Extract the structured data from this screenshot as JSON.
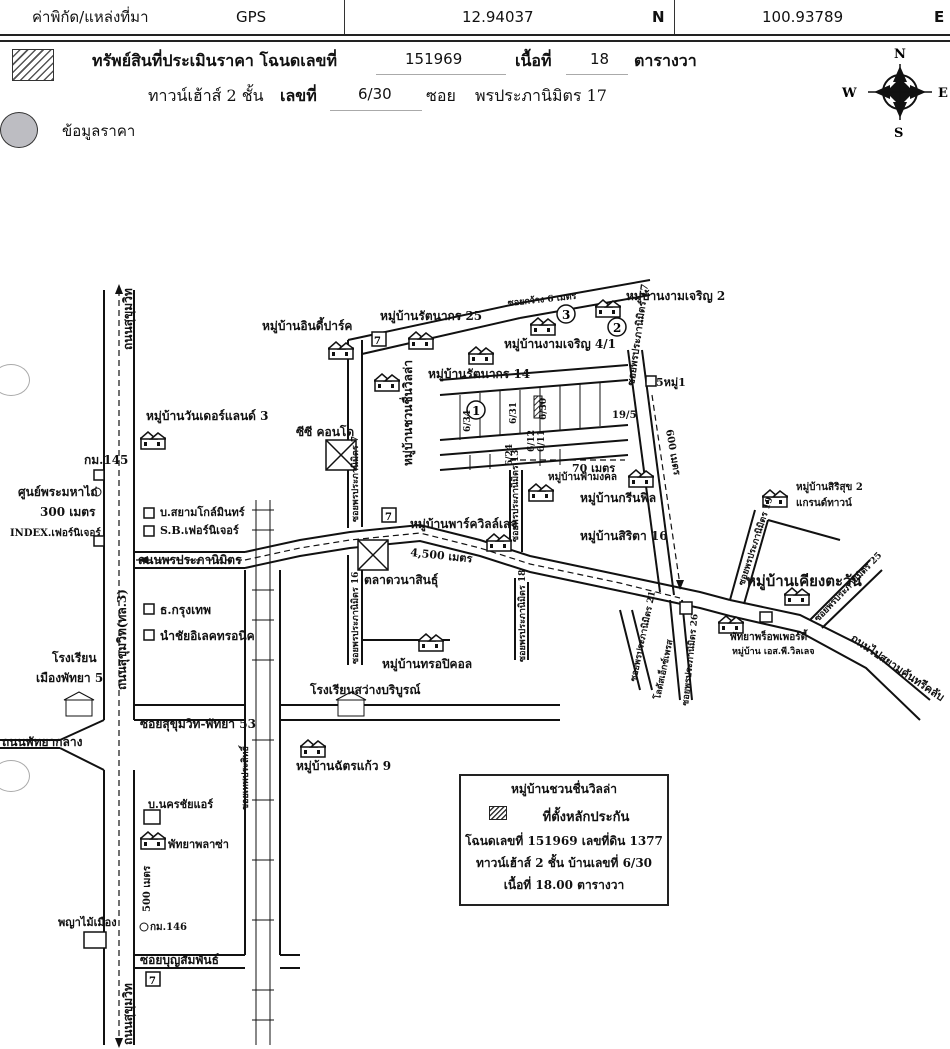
{
  "header": {
    "coord_label": "ค่าพิกัด/แหล่งที่มา",
    "source": "GPS",
    "latitude": "12.94037",
    "lat_dir": "N",
    "longitude": "100.93789",
    "lon_dir": "E"
  },
  "property": {
    "title_label": "ทรัพย์สินที่ประเมินราคา โฉนดเลขที่",
    "deed_no": "151969",
    "area_label": "เนื้อที่",
    "area_value": "18",
    "area_unit": "ตารางวา",
    "type_label": "ทาวน์เฮ้าส์ 2 ชั้น",
    "house_no_label": "เลขที่",
    "house_no": "6/30",
    "soi_label": "ซอย",
    "soi_value": "พรประภานิมิตร 17"
  },
  "price_legend": {
    "label": "ข้อมูลราคา"
  },
  "compass": {
    "n": "N",
    "s": "S",
    "e": "E",
    "w": "W"
  },
  "map_labels": {
    "rd_sukhumvit_top": "ถนนสุขุมวิท",
    "km145": "กม.145",
    "buddha_center": "ศูนย์พระมหาไถ่",
    "buddha_dist": "300 เมตร",
    "index": "INDEX.เฟอร์นิเจอร์",
    "siam_global": "บ.สยามโกล์มินทร์",
    "sb_furniture": "S.B.เฟอร์นิเจอร์",
    "rd_pornprapa": "ถนนพรประภานิมิตร",
    "bangkok_bank": "ธ.กรุงเทพ",
    "namchai": "นำชัยอิเลคทรอนิค",
    "sukhumvit_rd_vert": "ถนนสุขุมวิท(ทล.3)",
    "school": "โรงเรียน",
    "school_name": "เมืองพัทยา 5",
    "soi_sukhumvit53": "ซอยสุขุมวิท-พัทยา 53",
    "rd_pattaya_klang": "ถนนพัทยากลาง",
    "nakorn_chai": "บ.นครชัยแอร์",
    "pattaya_plaza": "พัทยาพลาซ่า",
    "dist_500": "500 เมตร",
    "km146": "กม.146",
    "phrayai": "พญาไม้เมือง",
    "soi_boonsampan": "ซอยบุญสัมพันธ์",
    "rd_sukhumvit_bottom": "ถนนสุขุมวิท",
    "wonderland": "หมู่บ้านวันเดอร์แลนด์ 3",
    "cc_condo": "ซีซี คอนโด",
    "indie_park": "หมู่บ้านอินดี้ปาร์ค",
    "rattanakorn25": "หมู่บ้านรัตนากร 25",
    "soi_6m": "ซอยกว้าง 6 เมตร",
    "ngam_charoen2": "หมู่บ้านงามเจริญ 2",
    "ngam_charoen41": "หมู่บ้านงามเจริญ 4/1",
    "rattanakorn14": "หมู่บ้านรัตนากร 14",
    "chuan_chuen": "หมู่บ้านชวนชื่นวิลล่า",
    "soi_prapa17": "ซอยพรประภานิมิตร 17",
    "moo5": "5หมู่1",
    "lot_634": "6/34",
    "lot_631": "6/31",
    "lot_630": "6/30",
    "lot_624": "6/24",
    "lot_612": "6/12",
    "lot_611": "6/11",
    "lot_195": "19/5",
    "dist_70": "70 เมตร",
    "dist_600": "600 เมตร",
    "fah_mongkol": "หมู่บ้านฟ้ามงคล",
    "green_field": "หมู่บ้านกรีนฟิล",
    "park_villa": "หมู่บ้านพาร์ควิลล์เลจ",
    "sirita16": "หมู่บ้านสิริตา 16",
    "dist_4500": "4,500 เมตร",
    "market": "ตลาดวนาสินธุ์",
    "soi_16": "ซอยพรประภานิมิตร 16",
    "soi_13": "ซอยพรประภานิมิตร 13",
    "soi_18": "ซอยพรประภานิมิตร 18",
    "soi_7": "ซอยพรประภานิมิตร 7",
    "tropical": "หมู่บ้านทรอปิคอล",
    "school_swang": "โรงเรียนสว่างบริบูรณ์",
    "chatkaew9": "หมู่บ้านฉัตรแก้ว 9",
    "sirisuk2": "หมู่บ้านสิริสุข 2",
    "grand_town": "แกรนด์ทาวน์",
    "soi_19": "ซอยพรประภานิมิตร 19",
    "kiangtawan": "หมู่บ้านเคียงตะวัน",
    "soi_25": "ซอยพรประภานิมิตร 25",
    "soi_21": "ซอยพรประภานิมิตร 21",
    "lotus": "โลตัสเอ็กซ์เพรส",
    "soi_26": "ซอยพรประภานิมิตร 26",
    "pattaya_property": "พัทยาพร็อพเพอร์ตี้",
    "vi_village": "หมู่บ้าน เอส.พี.วิลเลจ",
    "soi_vert_left": "ซอยเทพประสิทธิ์",
    "rd_to_siam": "ถนนไปสยามคันทรีคลับ",
    "circle1": "1",
    "circle2": "2",
    "circle3": "3"
  },
  "legend": {
    "title": "หมู่บ้านชวนชื่นวิลล่า",
    "collateral": "ที่ตั้งหลักประกัน",
    "line1": "โฉนดเลขที่ 151969  เลขที่ดิน 1377",
    "line2": "ทาวน์เฮ้าส์ 2 ชั้น บ้านเลขที่ 6/30",
    "line3": "เนื้อที่ 18.00  ตารางวา"
  },
  "colors": {
    "ink": "#111111",
    "price_circle": "#bdbdc2",
    "hatch": "#555555"
  }
}
